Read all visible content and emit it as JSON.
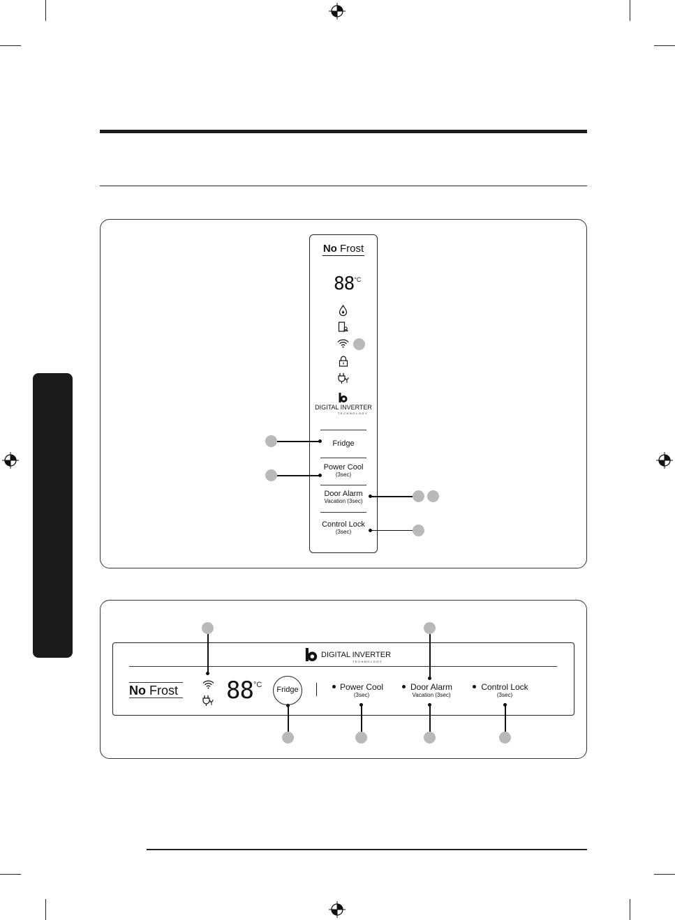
{
  "vertical_panel": {
    "brand_bold": "No",
    "brand_light": "Frost",
    "temp_digits": "88",
    "temp_unit": "°C",
    "inverter_title": "DIGITAL INVERTER",
    "inverter_subtitle": "TECHNOLOGY",
    "icons": [
      "water-drop-icon",
      "door-alarm-icon",
      "wifi-icon",
      "lock-icon",
      "plug-icon"
    ],
    "buttons": [
      {
        "label": "Fridge",
        "sub": ""
      },
      {
        "label": "Power Cool",
        "sub": "(3sec)"
      },
      {
        "label": "Door Alarm",
        "sub": "Vacation (3sec)"
      },
      {
        "label": "Control Lock",
        "sub": "(3sec)"
      }
    ]
  },
  "horizontal_panel": {
    "brand_bold": "No",
    "brand_light": "Frost",
    "temp_digits": "88",
    "temp_unit": "°C",
    "fridge_label": "Fridge",
    "inverter_title": "DIGITAL INVERTER",
    "inverter_subtitle": "TECHNOLOGY",
    "buttons": [
      {
        "label": "Power Cool",
        "sub": "(3sec)"
      },
      {
        "label": "Door Alarm",
        "sub": "Vacation (3sec)"
      },
      {
        "label": "Control Lock",
        "sub": "(3sec)"
      }
    ]
  },
  "colors": {
    "callout": "#b9b9b9",
    "ink": "#111111",
    "tab": "#1a1a1a"
  }
}
